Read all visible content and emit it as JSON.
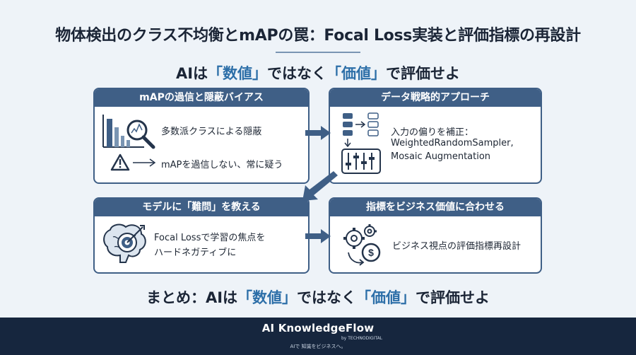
{
  "title": "物体検出のクラス不均衡とmAPの罠：Focal Loss実装と評価指標の再設計",
  "subtitle": {
    "part1": "AIは",
    "hl1": "「数値」",
    "part2": "ではなく",
    "hl2": "「価値」",
    "part3": "で評価せよ"
  },
  "cards": [
    {
      "title": "mAPの過信と隠蔽バイアス",
      "lines": [
        "多数派クラスによる隠蔽",
        "mAPを過信しない、常に疑う"
      ],
      "icons": [
        "bar-chart-magnifier-icon",
        "warning-icon"
      ]
    },
    {
      "title": "データ戦略的アプローチ",
      "lines": [
        "入力の偏りを補正：",
        "WeightedRandomSampler,",
        "Mosaic Augmentation"
      ],
      "icons": [
        "data-flow-icon",
        "sliders-icon"
      ]
    },
    {
      "title": "モデルに「難問」を教える",
      "lines": [
        "Focal Lossで学習の焦点を",
        "ハードネガティブに"
      ],
      "icons": [
        "brain-target-icon"
      ]
    },
    {
      "title": "指標をビジネス価値に合わせる",
      "lines": [
        "ビジネス視点の評価指標再設計"
      ],
      "icons": [
        "gears-coin-icon"
      ]
    }
  ],
  "summary": {
    "part1": "まとめ：AIは",
    "hl1": "「数値」",
    "part2": "ではなく",
    "hl2": "「価値」",
    "part3": "で評価せよ"
  },
  "footer": {
    "brand": "AI KnowledgeFlow",
    "by": "by TECHNODIGITAL",
    "tagline": "AIで 知識をビジネスへ。"
  },
  "colors": {
    "accent": "#2d6fa8",
    "card_header": "#3f5f86",
    "footer_bg": "#16263e",
    "background": "#eef3f8"
  }
}
